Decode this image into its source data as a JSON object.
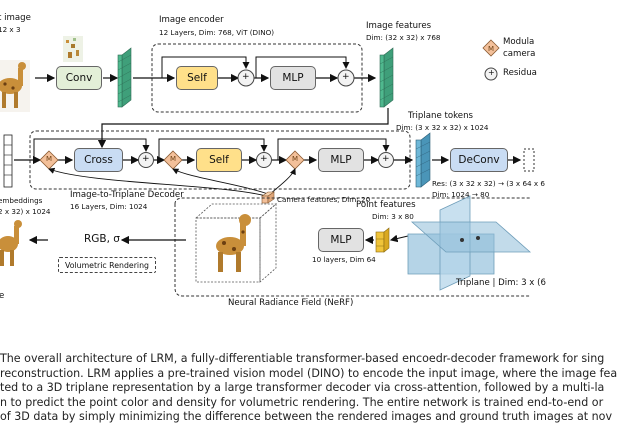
{
  "labels": {
    "input_image": "t image",
    "input_dim": "12 x 3",
    "conv": "Conv",
    "image_encoder": "Image encoder",
    "image_encoder_desc": "12 Layers, Dim: 768, ViT (DINO)",
    "self": "Self",
    "mlp": "MLP",
    "image_features": "Image features",
    "image_features_dim": "Dim: (32 x 32) x 768",
    "legend_modulation": "Modula",
    "legend_modulation_2": "camera",
    "legend_residual": "Residua",
    "m": "M",
    "plus": "+",
    "cross": "Cross",
    "triplane_tokens": "Triplane  tokens",
    "triplane_tokens_dim": "Dim: (3 x 32 x 32) x 1024",
    "deconv": "DeConv",
    "res": "Res: (3 x 32 x 32) → (3 x 64 x 6",
    "res_dim": "Dim: 1024 → 80",
    "pos_embeddings": "embeddings",
    "pos_dim": "2 x 32) x 1024",
    "decoder": "Image-to-Triplane Decoder",
    "decoder_desc": "16 Layers, Dim: 1024",
    "camera_features": "Camera features, Dim: 20",
    "rgb": "RGB, σ",
    "volumetric_rendering": "Volumetric Rendering",
    "point_features": "Point features",
    "point_dim": "Dim: 3 x 80",
    "nerf_mlp_desc": "10 layers, Dim 64",
    "nerf": "Neural Radiance Field (NeRF)",
    "triplane": "Triplane | Dim: 3 x (6",
    "output_letter": "e"
  },
  "caption": [
    "The overall architecture of LRM, a fully-differentiable transformer-based encoedr-decoder framework for sing",
    "reconstruction. LRM applies a pre-trained vision model (DINO) to encode the input image, where the image fea",
    "ted to a 3D triplane representation by a large transformer decoder via cross-attention, followed by a multi-la",
    "n to predict the point color and density for volumetric rendering. The entire network is trained end-to-end or",
    "of 3D data by simply minimizing the difference between the rendered images and ground truth images at nov"
  ],
  "colors": {
    "conv": "#e3efd8",
    "self": "#ffe08a",
    "mlp": "#e2e2e2",
    "cross": "#c9dcf3",
    "modulation": "#f3c09a",
    "features": "#3f9f7a",
    "tokens": "#5aa7c9",
    "point_feature": "#f0c43a",
    "triplane_plane": "#9cc6df"
  }
}
